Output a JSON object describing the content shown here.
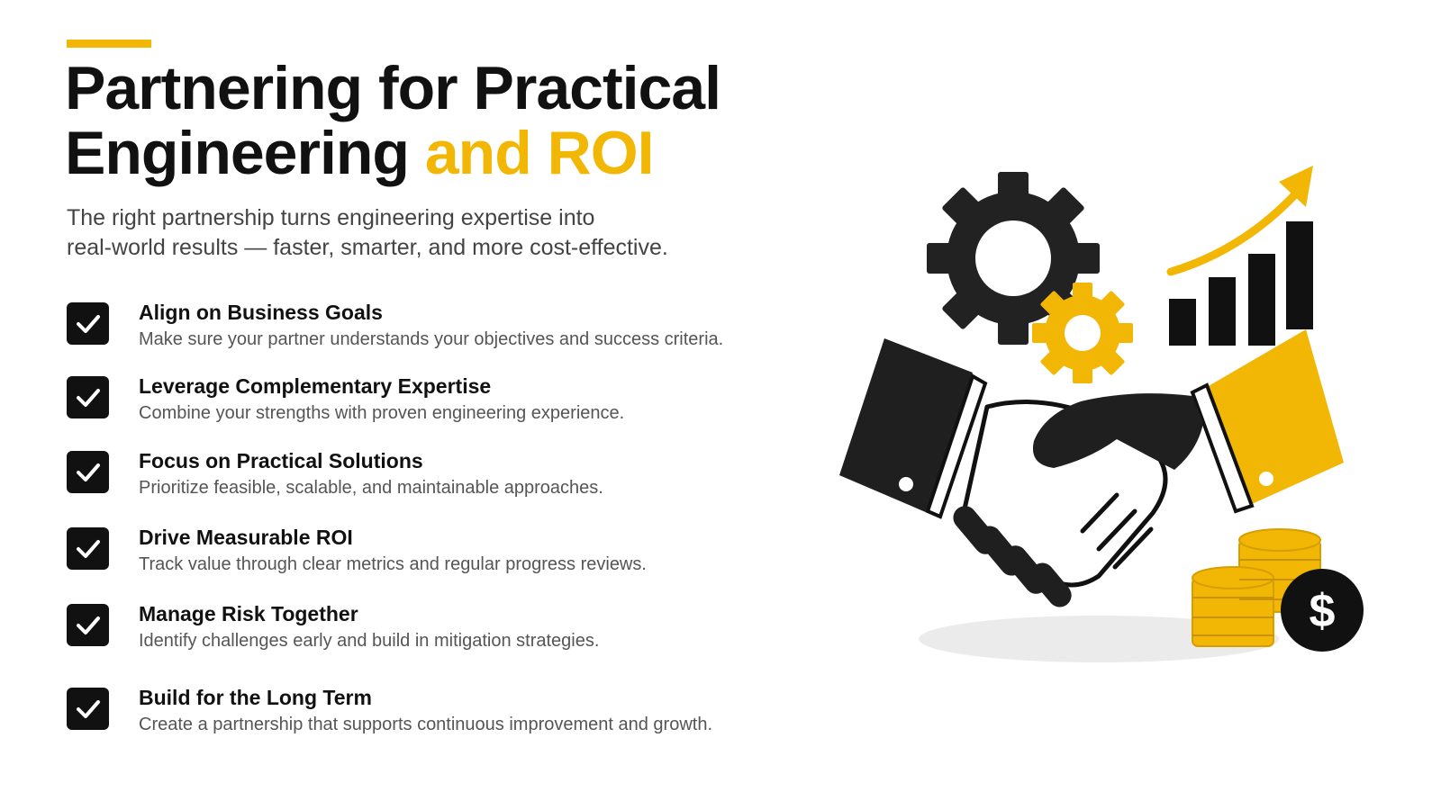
{
  "header": {
    "title_line1": "Partnering for Practical",
    "title_line2_dark": "Engineering",
    "title_line2_accent": "and ROI",
    "subtitle_line1": "The right partnership turns engineering expertise into",
    "subtitle_line2": "real-world results — faster, smarter, and more cost-effective."
  },
  "items": [
    {
      "title": "Align on Business Goals",
      "desc": "Make sure your partner understands your objectives and success criteria."
    },
    {
      "title": "Leverage Complementary Expertise",
      "desc": "Combine your strengths with proven engineering experience."
    },
    {
      "title": "Focus on Practical Solutions",
      "desc": "Prioritize feasible, scalable, and maintainable approaches."
    },
    {
      "title": "Drive Measurable ROI",
      "desc": "Track value through clear metrics and regular progress reviews."
    },
    {
      "title": "Manage Risk Together",
      "desc": "Identify challenges early and build in mitigation strategies."
    },
    {
      "title": "Build for the Long Term",
      "desc": "Create a partnership that supports continuous improvement and growth."
    }
  ],
  "illustration": {
    "dollar_symbol": "$"
  },
  "colors": {
    "accent": "#f2b705",
    "dark": "#111111",
    "text_muted": "#555555"
  },
  "icons": [
    "check-icon",
    "gear-icon",
    "bar-chart-icon",
    "growth-arrow-icon",
    "handshake-icon",
    "coin-stack-icon",
    "dollar-icon"
  ]
}
